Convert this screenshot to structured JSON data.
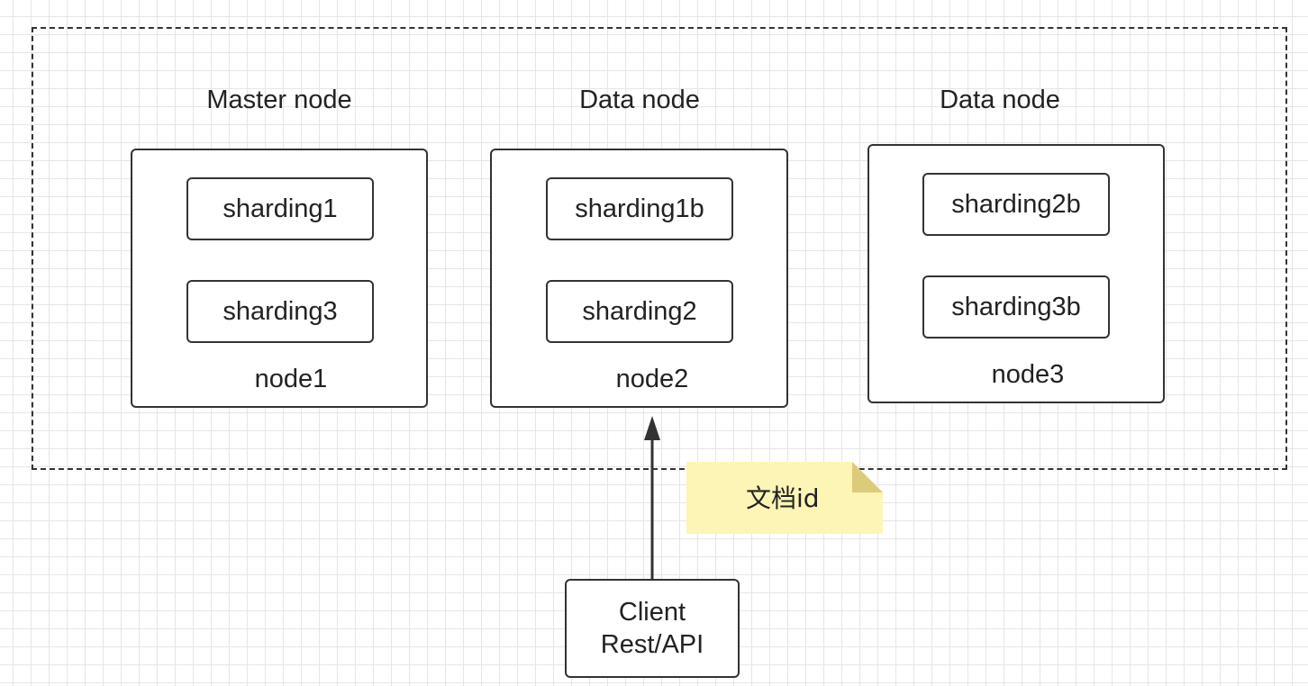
{
  "nodes": [
    {
      "title": "Master node",
      "label": "node1",
      "shards": [
        "sharding1",
        "sharding3"
      ]
    },
    {
      "title": "Data node",
      "label": "node2",
      "shards": [
        "sharding1b",
        "sharding2"
      ]
    },
    {
      "title": "Data node",
      "label": "node3",
      "shards": [
        "sharding2b",
        "sharding3b"
      ]
    }
  ],
  "client": {
    "line1": "Client",
    "line2": "Rest/API"
  },
  "note": {
    "text": "文档id",
    "color": "#fdf5b6",
    "fold_color": "#dccb7a"
  }
}
